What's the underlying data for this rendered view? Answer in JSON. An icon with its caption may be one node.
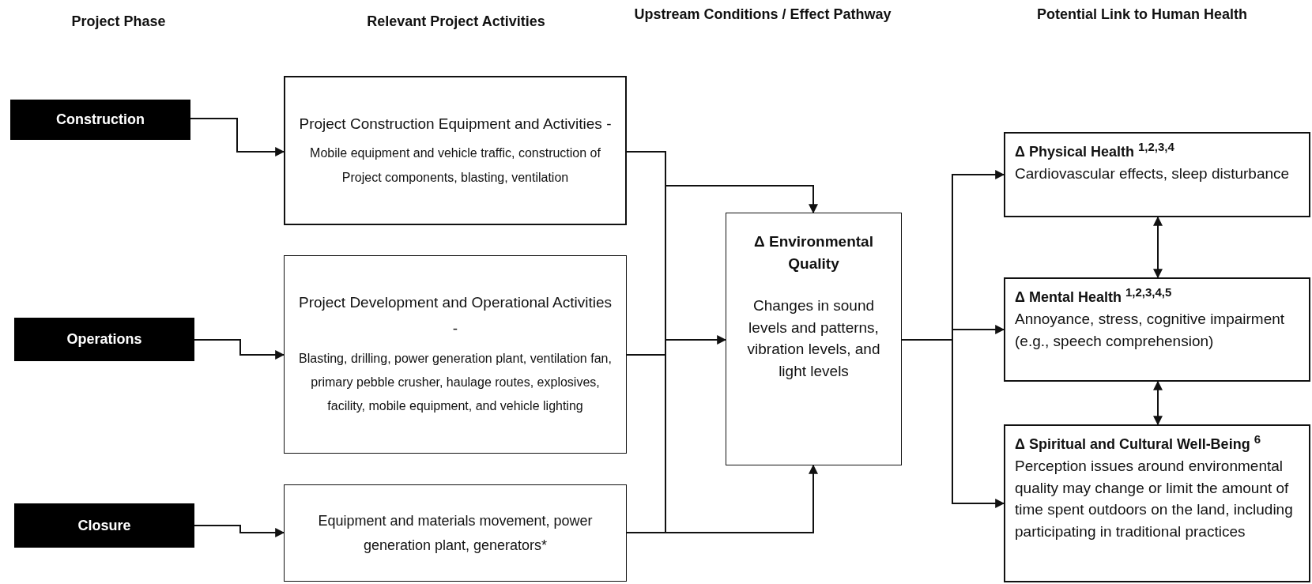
{
  "diagram": {
    "nodes": [
      {
        "text": [
          "Construction"
        ]
      },
      {
        "text": [
          "Operations"
        ]
      },
      {
        "text": [
          "Closure"
        ]
      },
      {
        "text": [
          "Project Construction Equipment and Activities -",
          "Mobile equipment and vehicle traffic, construction of Project components, blasting, ventilation"
        ]
      },
      {
        "text": [
          "Project Development and Operational Activities -",
          "Blasting, drilling, power generation plant, ventilation fan, primary pebble crusher, haulage routes, explosives, facility, mobile equipment, and vehicle lighting"
        ]
      },
      {
        "text": [
          "Equipment and materials movement, power generation plant, generators*"
        ]
      },
      {
        "text": [
          "Δ Environmental Quality",
          "Changes in sound levels and patterns, vibration levels, and light levels"
        ]
      },
      {
        "text": [
          "Δ Physical Health $^{1,2,3,4}$",
          "Cardiovascular effects, sleep disturbance"
        ]
      },
      {
        "text": [
          "Δ Mental Health $^{1,2,3,4,5}$",
          "Annoyance, stress, cognitive impairment (e.g., speech comprehension)"
        ]
      },
      {
        "text": [
          "Δ Spiritual and Cultural Well-Being $^{6}$",
          "Perception issues around environmental quality may change or limit the amount of time spent outdoors on the land, including participating in traditional practices"
        ]
      }
    ],
    "edges": [
      {
        "from": 0,
        "to": 3,
        "arrow": "to"
      },
      {
        "from": 1,
        "to": 4,
        "arrow": "to"
      },
      {
        "from": 2,
        "to": 5,
        "arrow": "to"
      },
      {
        "from": 3,
        "to": 6,
        "arrow": "to"
      },
      {
        "from": 4,
        "to": 6,
        "arrow": "to"
      },
      {
        "from": 5,
        "to": 6,
        "arrow": "to"
      },
      {
        "from": 6,
        "to": 7,
        "arrow": "to"
      },
      {
        "from": 6,
        "to": 8,
        "arrow": "to"
      },
      {
        "from": 6,
        "to": 9,
        "arrow": "to"
      },
      {
        "from": 7,
        "to": 8,
        "arrow": "both"
      },
      {
        "from": 8,
        "to": 9,
        "arrow": "both"
      }
    ],
    "labels": [
      "Project Phase",
      "Relevant Project Activities",
      "Upstream Conditions / Effect Pathway",
      "Potential Link to Human Health"
    ]
  }
}
